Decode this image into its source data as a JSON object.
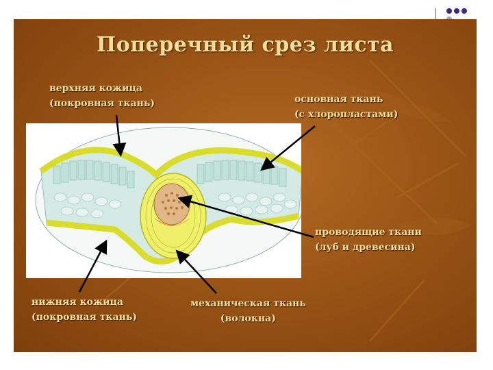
{
  "title": "Поперечный срез листа",
  "labels": {
    "upper_epidermis": [
      "верхняя кожица",
      "(покровная ткань)"
    ],
    "ground_tissue": [
      "основная ткань",
      "(с хлоропластами)"
    ],
    "conducting_tissue": [
      "проводящие ткани",
      "(луб и древесина)"
    ],
    "lower_epidermis": [
      "нижняя кожица",
      "(покровная ткань)"
    ],
    "mechanical_tissue": [
      "механическая ткань",
      "(волокна)"
    ]
  },
  "colors": {
    "slide_background": "#9a5516",
    "label_text": "#f3df9a",
    "epidermis": "#e4e84a",
    "palisade": "#c6e5df",
    "spongy": "#d6ece4",
    "xylem": "#c98a4a",
    "phloem": "#e05a3c",
    "arrow": "#000000"
  }
}
